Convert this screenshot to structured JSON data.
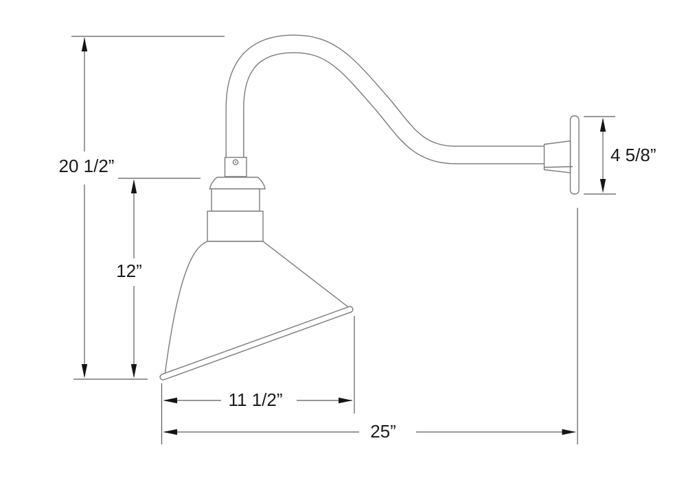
{
  "drawing": {
    "background": "#ffffff",
    "fixture_line_color": "#7a7a7a",
    "dimension_line_color": "#5a5a5a",
    "arrow_color": "#151515",
    "text_color": "#1a1a1a"
  },
  "dimensions": {
    "overall_height": "20 1/2”",
    "shade_assembly_height": "12”",
    "shade_width": "11 1/2”",
    "overall_projection": "25”",
    "canopy_height": "4 5/8”"
  }
}
